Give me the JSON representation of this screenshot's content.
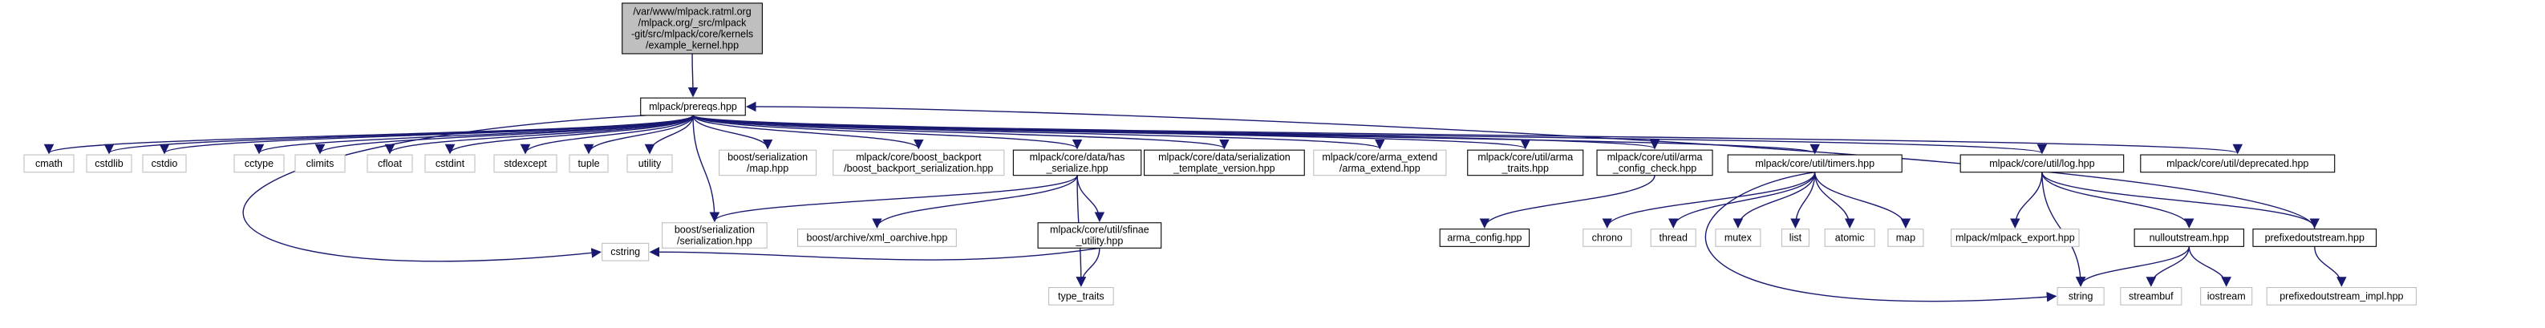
{
  "diagram": {
    "nodes": [
      {
        "id": "example_kernel",
        "kind": "root",
        "lines": [
          "/var/www/mlpack.ratml.org",
          "/mlpack.org/_src/mlpack",
          "-git/src/mlpack/core/kernels",
          "/example_kernel.hpp"
        ]
      },
      {
        "id": "prereqs",
        "kind": "linked",
        "lines": [
          "mlpack/prereqs.hpp"
        ]
      },
      {
        "id": "cmath",
        "kind": "ext",
        "lines": [
          "cmath"
        ]
      },
      {
        "id": "cstdlib",
        "kind": "ext",
        "lines": [
          "cstdlib"
        ]
      },
      {
        "id": "cstdio",
        "kind": "ext",
        "lines": [
          "cstdio"
        ]
      },
      {
        "id": "cctype",
        "kind": "ext",
        "lines": [
          "cctype"
        ]
      },
      {
        "id": "climits",
        "kind": "ext",
        "lines": [
          "climits"
        ]
      },
      {
        "id": "cfloat",
        "kind": "ext",
        "lines": [
          "cfloat"
        ]
      },
      {
        "id": "cstdint",
        "kind": "ext",
        "lines": [
          "cstdint"
        ]
      },
      {
        "id": "stdexcept",
        "kind": "ext",
        "lines": [
          "stdexcept"
        ]
      },
      {
        "id": "tuple",
        "kind": "ext",
        "lines": [
          "tuple"
        ]
      },
      {
        "id": "utility",
        "kind": "ext",
        "lines": [
          "utility"
        ]
      },
      {
        "id": "boost_map",
        "kind": "ext",
        "lines": [
          "boost/serialization",
          "/map.hpp"
        ]
      },
      {
        "id": "boost_backport",
        "kind": "ext",
        "lines": [
          "mlpack/core/boost_backport",
          "/boost_backport_serialization.hpp"
        ]
      },
      {
        "id": "has_serialize",
        "kind": "linked",
        "lines": [
          "mlpack/core/data/has",
          "_serialize.hpp"
        ]
      },
      {
        "id": "ser_template",
        "kind": "linked",
        "lines": [
          "mlpack/core/data/serialization",
          "_template_version.hpp"
        ]
      },
      {
        "id": "arma_extend",
        "kind": "ext",
        "lines": [
          "mlpack/core/arma_extend",
          "/arma_extend.hpp"
        ]
      },
      {
        "id": "arma_traits",
        "kind": "linked",
        "lines": [
          "mlpack/core/util/arma",
          "_traits.hpp"
        ]
      },
      {
        "id": "arma_config_check",
        "kind": "linked",
        "lines": [
          "mlpack/core/util/arma",
          "_config_check.hpp"
        ]
      },
      {
        "id": "timers",
        "kind": "linked",
        "lines": [
          "mlpack/core/util/timers.hpp"
        ]
      },
      {
        "id": "log",
        "kind": "linked",
        "lines": [
          "mlpack/core/util/log.hpp"
        ]
      },
      {
        "id": "deprecated",
        "kind": "linked",
        "lines": [
          "mlpack/core/util/deprecated.hpp"
        ]
      },
      {
        "id": "boost_serialization",
        "kind": "ext",
        "lines": [
          "boost/serialization",
          "/serialization.hpp"
        ]
      },
      {
        "id": "xml_oarchive",
        "kind": "ext",
        "lines": [
          "boost/archive/xml_oarchive.hpp"
        ]
      },
      {
        "id": "sfinae",
        "kind": "linked",
        "lines": [
          "mlpack/core/util/sfinae",
          "_utility.hpp"
        ]
      },
      {
        "id": "cstring",
        "kind": "ext",
        "lines": [
          "cstring"
        ]
      },
      {
        "id": "type_traits",
        "kind": "ext",
        "lines": [
          "type_traits"
        ]
      },
      {
        "id": "arma_config",
        "kind": "linked",
        "lines": [
          "arma_config.hpp"
        ]
      },
      {
        "id": "chrono",
        "kind": "ext",
        "lines": [
          "chrono"
        ]
      },
      {
        "id": "thread",
        "kind": "ext",
        "lines": [
          "thread"
        ]
      },
      {
        "id": "mutex",
        "kind": "ext",
        "lines": [
          "mutex"
        ]
      },
      {
        "id": "list",
        "kind": "ext",
        "lines": [
          "list"
        ]
      },
      {
        "id": "atomic",
        "kind": "ext",
        "lines": [
          "atomic"
        ]
      },
      {
        "id": "map",
        "kind": "ext",
        "lines": [
          "map"
        ]
      },
      {
        "id": "string",
        "kind": "ext",
        "lines": [
          "string"
        ]
      },
      {
        "id": "mlpack_export",
        "kind": "ext",
        "lines": [
          "mlpack/mlpack_export.hpp"
        ]
      },
      {
        "id": "nulloutstream",
        "kind": "linked",
        "lines": [
          "nulloutstream.hpp"
        ]
      },
      {
        "id": "prefixedoutstream",
        "kind": "linked",
        "lines": [
          "prefixedoutstream.hpp"
        ]
      },
      {
        "id": "streambuf",
        "kind": "ext",
        "lines": [
          "streambuf"
        ]
      },
      {
        "id": "iostream",
        "kind": "ext",
        "lines": [
          "iostream"
        ]
      },
      {
        "id": "prefixedoutstream_impl",
        "kind": "ext",
        "lines": [
          "prefixedoutstream_impl.hpp"
        ]
      }
    ],
    "edges": [
      {
        "from": "example_kernel",
        "to": "prereqs"
      },
      {
        "from": "prereqs",
        "to": "cmath"
      },
      {
        "from": "prereqs",
        "to": "cstdlib"
      },
      {
        "from": "prereqs",
        "to": "cstdio"
      },
      {
        "from": "prereqs",
        "to": "cctype"
      },
      {
        "from": "prereqs",
        "to": "climits"
      },
      {
        "from": "prereqs",
        "to": "cfloat"
      },
      {
        "from": "prereqs",
        "to": "cstdint"
      },
      {
        "from": "prereqs",
        "to": "stdexcept"
      },
      {
        "from": "prereqs",
        "to": "tuple"
      },
      {
        "from": "prereqs",
        "to": "utility"
      },
      {
        "from": "prereqs",
        "to": "boost_map"
      },
      {
        "from": "prereqs",
        "to": "boost_backport"
      },
      {
        "from": "prereqs",
        "to": "has_serialize"
      },
      {
        "from": "prereqs",
        "to": "ser_template"
      },
      {
        "from": "prereqs",
        "to": "arma_extend"
      },
      {
        "from": "prereqs",
        "to": "arma_traits"
      },
      {
        "from": "prereqs",
        "to": "arma_config_check"
      },
      {
        "from": "prereqs",
        "to": "timers"
      },
      {
        "from": "prereqs",
        "to": "log"
      },
      {
        "from": "prereqs",
        "to": "deprecated"
      },
      {
        "from": "prereqs",
        "to": "boost_serialization"
      },
      {
        "from": "prereqs",
        "to": "cstring"
      },
      {
        "from": "has_serialize",
        "to": "boost_serialization"
      },
      {
        "from": "has_serialize",
        "to": "xml_oarchive"
      },
      {
        "from": "has_serialize",
        "to": "sfinae"
      },
      {
        "from": "has_serialize",
        "to": "type_traits"
      },
      {
        "from": "sfinae",
        "to": "cstring"
      },
      {
        "from": "sfinae",
        "to": "type_traits"
      },
      {
        "from": "arma_config_check",
        "to": "arma_config"
      },
      {
        "from": "timers",
        "to": "chrono"
      },
      {
        "from": "timers",
        "to": "thread"
      },
      {
        "from": "timers",
        "to": "mutex"
      },
      {
        "from": "timers",
        "to": "list"
      },
      {
        "from": "timers",
        "to": "atomic"
      },
      {
        "from": "timers",
        "to": "map"
      },
      {
        "from": "timers",
        "to": "string"
      },
      {
        "from": "log",
        "to": "mlpack_export"
      },
      {
        "from": "log",
        "to": "string"
      },
      {
        "from": "log",
        "to": "nulloutstream"
      },
      {
        "from": "log",
        "to": "prefixedoutstream"
      },
      {
        "from": "nulloutstream",
        "to": "string"
      },
      {
        "from": "nulloutstream",
        "to": "streambuf"
      },
      {
        "from": "nulloutstream",
        "to": "iostream"
      },
      {
        "from": "prefixedoutstream",
        "to": "prereqs"
      },
      {
        "from": "prefixedoutstream",
        "to": "prefixedoutstream_impl"
      }
    ]
  }
}
